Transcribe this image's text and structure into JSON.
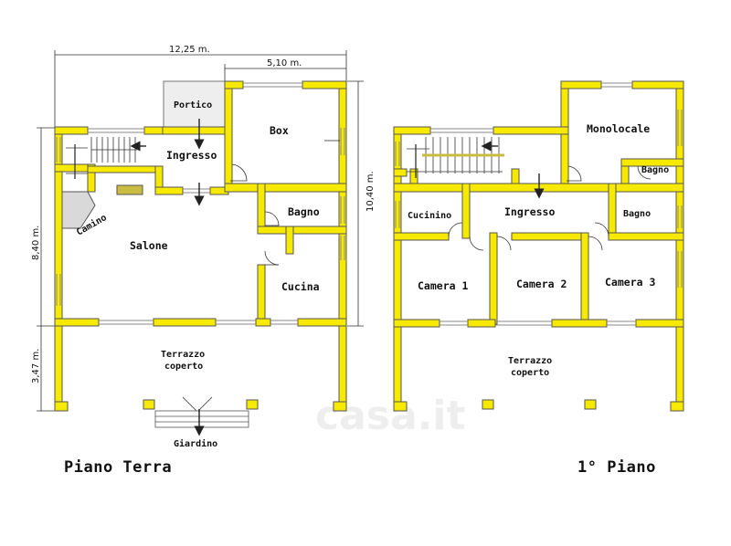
{
  "ground_floor": {
    "title": "Piano Terra",
    "dimensions": {
      "total_width": "12,25 m.",
      "box_width": "5,10 m.",
      "depth": "8,40 m.",
      "terrace_depth": "3,47 m.",
      "total_depth": "10,40 m."
    },
    "rooms": {
      "portico": "Portico",
      "box": "Box",
      "ingresso": "Ingresso",
      "camino": "Camino",
      "salone": "Salone",
      "bagno": "Bagno",
      "cucina": "Cucina",
      "terrazzo_line1": "Terrazzo",
      "terrazzo_line2": "coperto",
      "giardino": "Giardino"
    }
  },
  "first_floor": {
    "title": "1° Piano",
    "rooms": {
      "monolocale": "Monolocale",
      "bagno_small": "Bagno",
      "cucinino": "Cucinino",
      "ingresso": "Ingresso",
      "bagno": "Bagno",
      "camera1": "Camera 1",
      "camera2": "Camera 2",
      "camera3": "Camera 3",
      "terrazzo_line1": "Terrazzo",
      "terrazzo_line2": "coperto"
    }
  },
  "watermark": "casa.it",
  "colors": {
    "wall": "#f7ea00",
    "wall_stroke": "#555555",
    "portico_fill": "#eeeeee",
    "fireplace": "#d9d9d9"
  }
}
